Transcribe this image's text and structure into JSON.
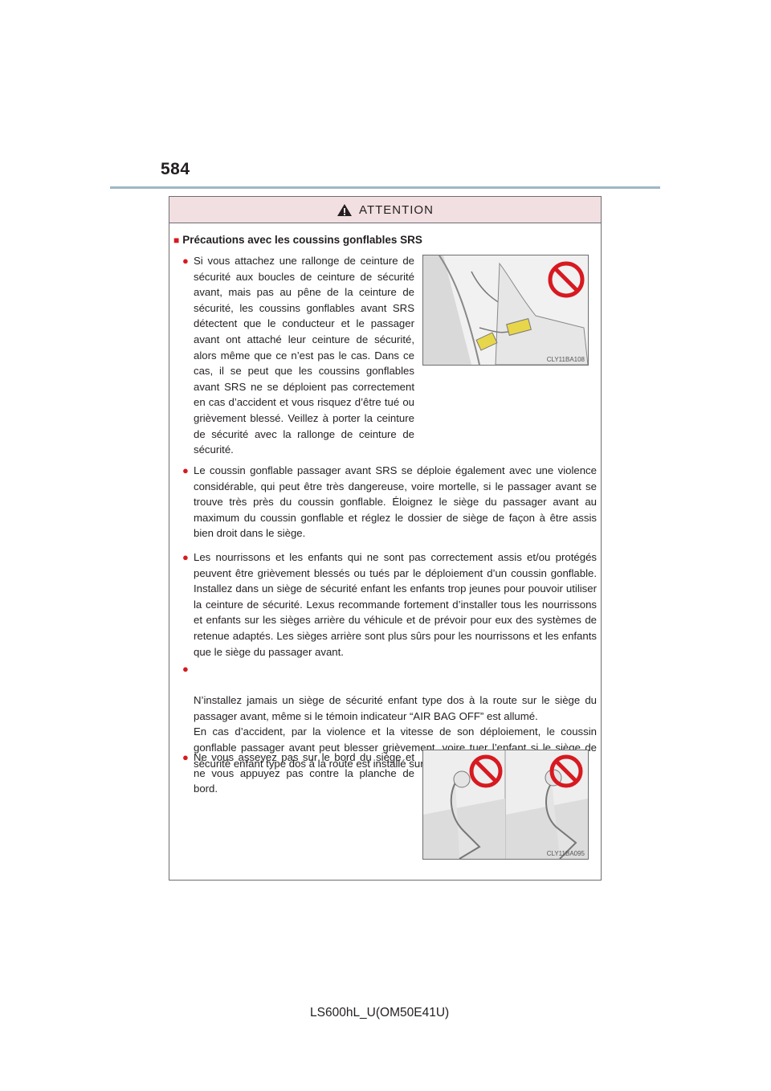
{
  "page": {
    "number": "584",
    "footer_code": "LS600hL_U(OM50E41U)"
  },
  "warning": {
    "header_label": "ATTENTION",
    "section_title": "Précautions avec les coussins gonflables SRS",
    "bullets": [
      "Si vous attachez une rallonge de ceinture de sécurité aux boucles de ceinture de sécurité avant, mais pas au pêne de la ceinture de sécurité, les coussins gonflables avant SRS détectent que le conducteur et le passager avant ont attaché leur ceinture de sécurité, alors même que ce n’est pas le cas. Dans ce cas, il se peut que les coussins gonflables avant SRS ne se déploient pas correctement en cas d’accident et vous risquez d’être tué ou grièvement blessé. Veillez à porter la ceinture de sécurité avec la rallonge de ceinture de sécurité.",
      "Le coussin gonflable passager avant SRS se déploie également avec une violence considérable, qui peut être très dangereuse, voire mortelle, si le passager avant se trouve très près du coussin gonflable. Éloignez le siège du passager avant au maximum du coussin gonflable et réglez le dossier de siège de façon à être assis bien droit dans le siège.",
      "Les nourrissons et les enfants qui ne sont pas correctement assis et/ou protégés peuvent être grièvement blessés ou tués par le déploiement d’un coussin gonflable. Installez dans un siège de sécurité enfant les enfants trop jeunes pour pouvoir utiliser la ceinture de sécurité. Lexus recommande fortement d’installer tous les nourrissons et enfants sur les sièges arrière du véhicule et de prévoir pour eux des systèmes de retenue adaptés. Les sièges arrière sont plus sûrs pour les nourrissons et les enfants que le siège du passager avant.",
      "N’installez jamais un siège de sécurité enfant type dos à la route sur le siège du passager avant, même si le témoin indicateur “AIR BAG OFF” est allumé.\nEn cas d’accident, par la violence et la vitesse de son déploiement, le coussin gonflable passager avant peut blesser grièvement, voire tuer l’enfant si le siège de sécurité enfant type dos à la route est installé sur le siège du passager avant.",
      "Ne vous asseyez pas sur le bord du siège et ne vous appuyez pas contre la planche de bord."
    ],
    "figures": [
      {
        "code": "CLY11BA108"
      },
      {
        "code": "CLY11BA095"
      }
    ]
  },
  "colors": {
    "accent_red": "#d71920",
    "header_pink": "#f2dfe1",
    "rule_blue": "#9fb8c4"
  }
}
